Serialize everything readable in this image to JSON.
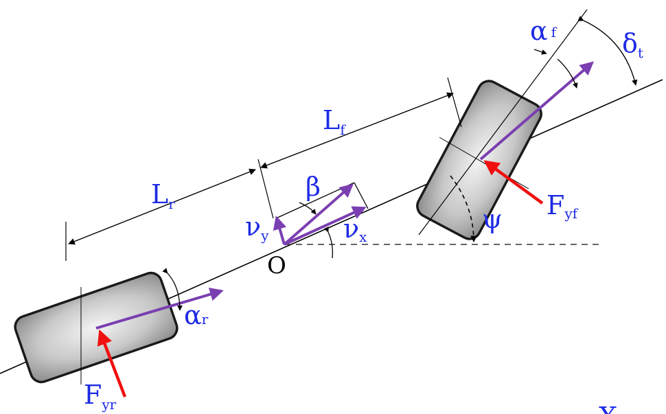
{
  "diagram": {
    "labels": {
      "lr_main": "L",
      "lr_sub": "r",
      "lf_main": "L",
      "lf_sub": "f",
      "beta": "β",
      "vy_main": "ν",
      "vy_sub": "y",
      "vx_main": "ν",
      "vx_sub": "x",
      "origin": "O",
      "psi": "ψ",
      "alpha_f_main": "α",
      "alpha_f_sub": "f",
      "delta_main": "δ",
      "delta_sub": "t",
      "alpha_r_main": "α",
      "alpha_r_sub": "r",
      "fyf_main": "F",
      "fyf_sub": "yf",
      "fyr_main": "F",
      "fyr_sub": "yr",
      "x_axis_main": "X"
    },
    "colors": {
      "label_blue": "#1e2be6",
      "velocity_purple": "#7a3fb0",
      "force_red": "#f01010",
      "tire_fill": "#bdbdbd",
      "tire_edge": "#1a1a1a",
      "line_black": "#000000",
      "dashed_line": "#333333"
    }
  }
}
